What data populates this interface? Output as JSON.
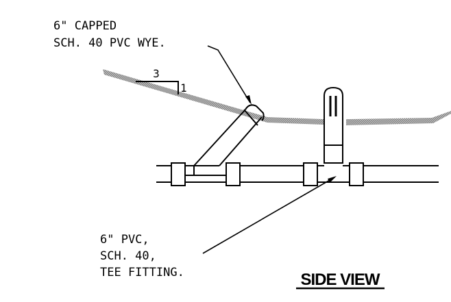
{
  "labels": {
    "wye_line1": "6\" CAPPED",
    "wye_line2": "SCH. 40 PVC WYE.",
    "tee_line1": "6\" PVC,",
    "tee_line2": "SCH. 40,",
    "tee_line3": "TEE FITTING.",
    "slope_run": "3",
    "slope_rise": "1",
    "view_title": "SIDE VIEW"
  },
  "colors": {
    "line": "#000000",
    "ground_hatch": "#9a9a9a",
    "background": "#ffffff"
  }
}
